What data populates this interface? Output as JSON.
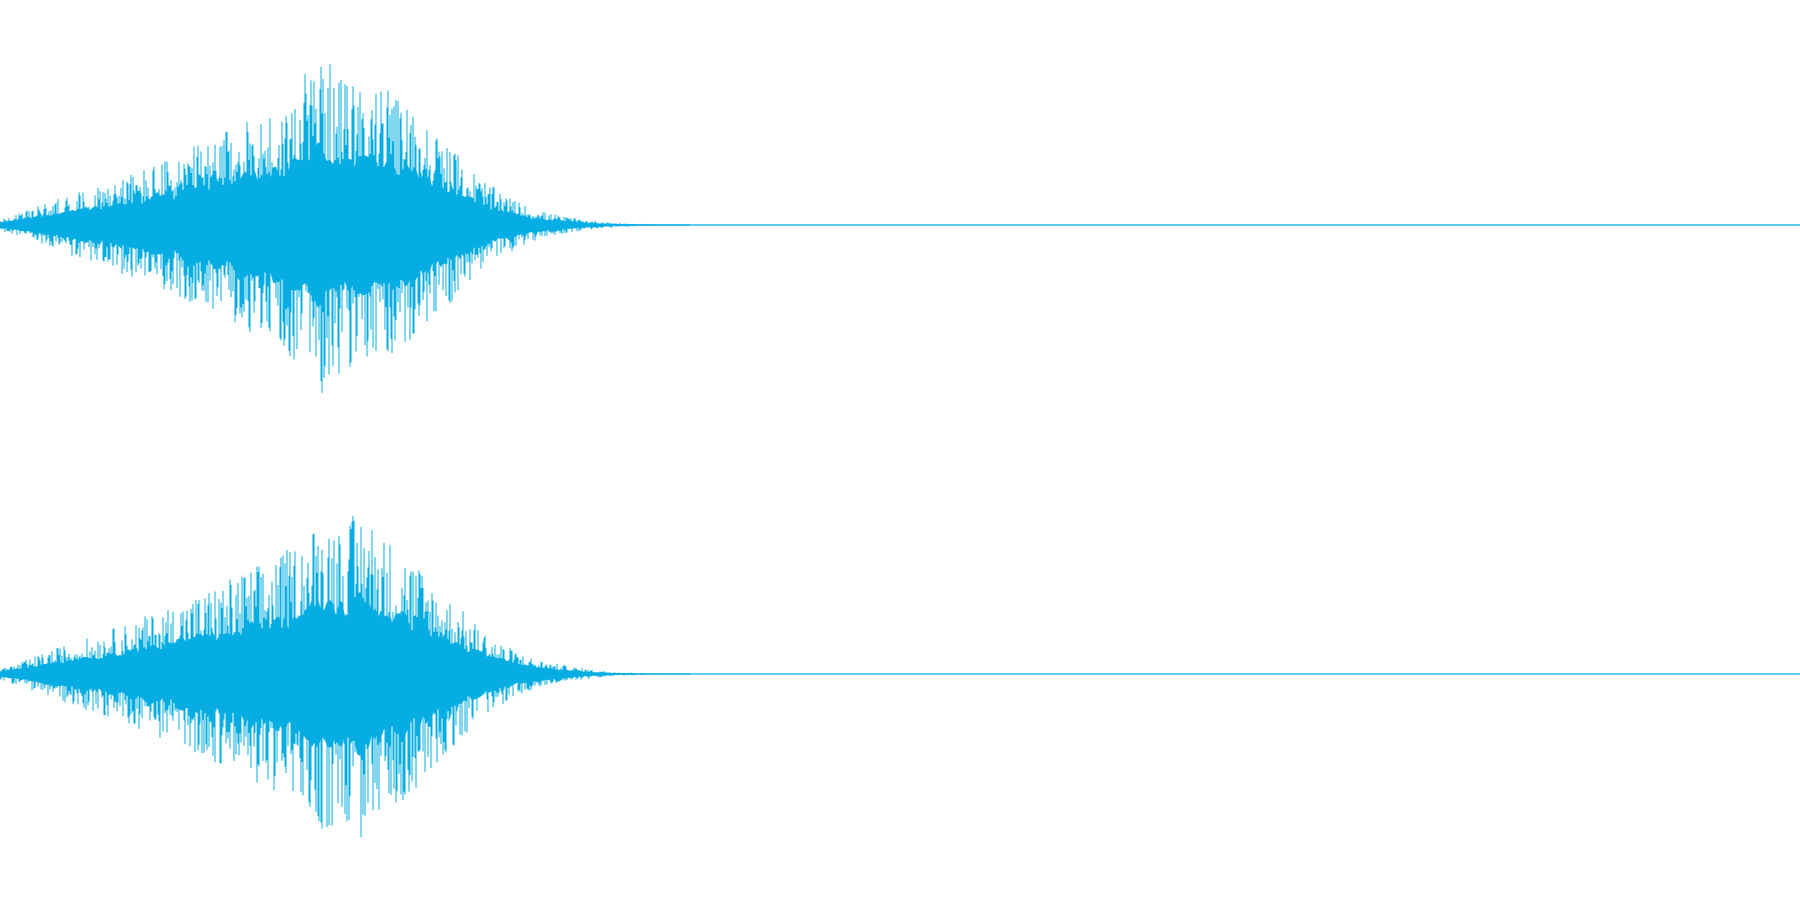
{
  "waveform": {
    "color": "#05ADE2",
    "background": "#FFFFFF",
    "channels": [
      {
        "name": "",
        "peaks": [
          0.035,
          0.065,
          0.105,
          0.145,
          0.18,
          0.21,
          0.255,
          0.29,
          0.33,
          0.37,
          0.42,
          0.46,
          0.5,
          0.56,
          0.62,
          0.66,
          0.7,
          0.86,
          1.0,
          0.9,
          0.82,
          0.88,
          0.78,
          0.72,
          0.65,
          0.5,
          0.4,
          0.3,
          0.21,
          0.15,
          0.1,
          0.07,
          0.05,
          0.032,
          0.02,
          0.012,
          0.007,
          0.004,
          0.002,
          0.0
        ]
      },
      {
        "name": "",
        "peaks": [
          0.035,
          0.06,
          0.1,
          0.14,
          0.175,
          0.205,
          0.245,
          0.28,
          0.32,
          0.36,
          0.41,
          0.45,
          0.5,
          0.55,
          0.6,
          0.64,
          0.7,
          0.8,
          0.9,
          0.82,
          0.95,
          0.78,
          0.72,
          0.62,
          0.5,
          0.4,
          0.3,
          0.21,
          0.15,
          0.1,
          0.07,
          0.05,
          0.032,
          0.02,
          0.012,
          0.007,
          0.004,
          0.002,
          0.0
        ]
      }
    ]
  }
}
